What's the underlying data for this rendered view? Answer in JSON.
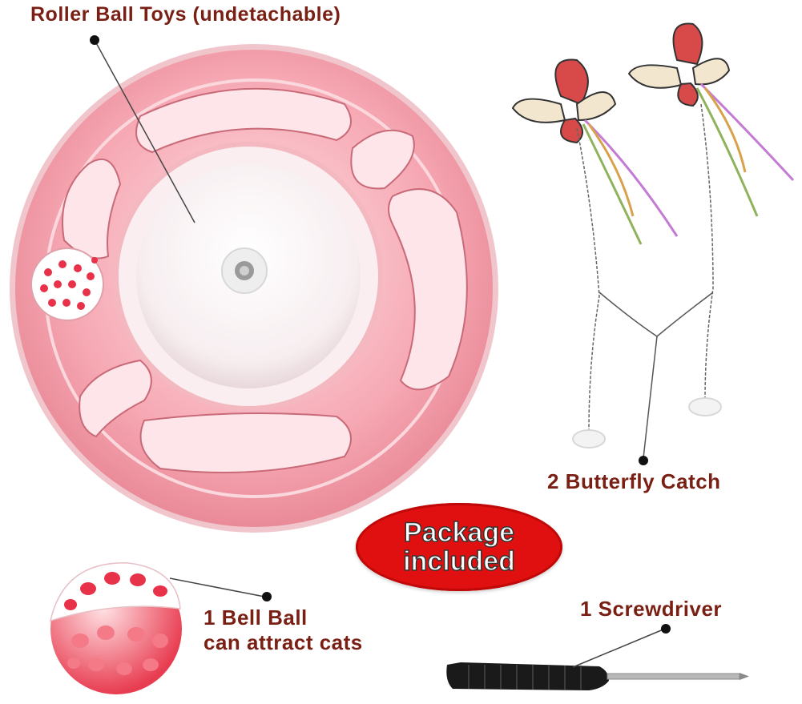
{
  "labels": {
    "roller_ball": "Roller Ball Toys (undetachable)",
    "butterfly": "2 Butterfly Catch",
    "bell_line1": "1 Bell Ball",
    "bell_line2": "can attract cats",
    "screwdriver": "1 Screwdriver"
  },
  "badge": {
    "line1": "Package",
    "line2": "included"
  },
  "colors": {
    "label_text": "#7a1f14",
    "badge_fill": "#e01010",
    "track_pink": "#f4a7b0",
    "ball_red": "#ef3a4e"
  },
  "items": [
    "roller-ball-toy-icon",
    "butterfly-wand-icon",
    "bell-ball-icon",
    "screwdriver-icon"
  ]
}
